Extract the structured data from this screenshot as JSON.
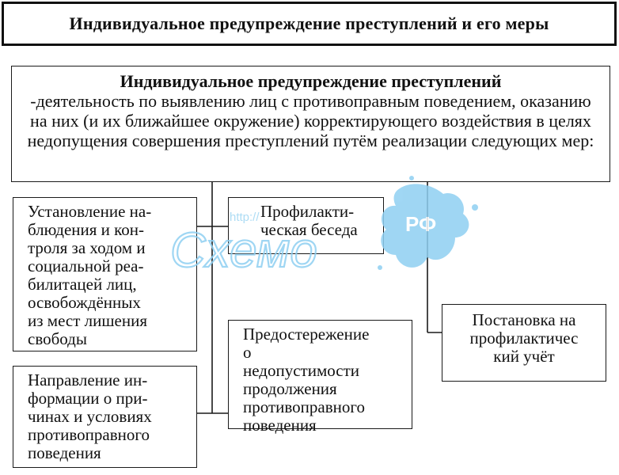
{
  "title": "Индивидуальное предупреждение преступлений и его меры",
  "definition": {
    "heading": "Индивидуальное предупреждение преступлений",
    "text": "-деятельность по выявлению лиц с противоправным поведением, оказанию на них (и их ближайшее окружение) корректирующего воздействия в целях недопущения совершения преступлений путём реализации следующих мер:"
  },
  "measures": [
    "Установление на-\nблюдения  и кон-\nтроля за ходом и\nсоциальной реа-\nбилитацей лиц,\nосвобождённых\nиз мест лишения\nсвободы",
    "Направление ин-\nформации о при-\nчинах и условиях\nпротивоправного\nповедения",
    "Профилакти-\nческая беседа",
    "Предостережение\nо\nнедопустимости\nпродолжения\nпротивоправного\nповедения",
    "Постановка на\nпрофилактичес\nкий учёт"
  ],
  "watermark": {
    "url": "http://",
    "brand": "Схемо",
    "suffix": "РФ",
    "color": "#7ec8ef"
  },
  "colors": {
    "line": "#1a1a1a",
    "background": "#ffffff"
  }
}
